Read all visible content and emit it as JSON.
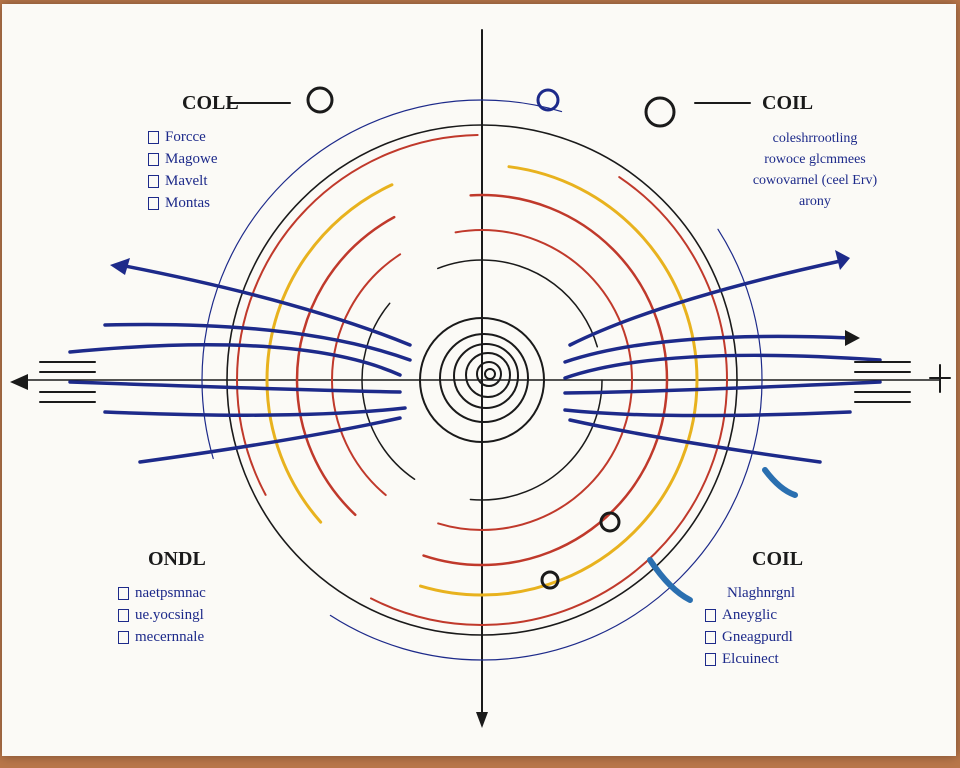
{
  "labels": {
    "top_left_title": "COLL",
    "top_right_title": "COIL",
    "bottom_left_title": "ONDL",
    "bottom_right_title": "COIL"
  },
  "top_left_list": [
    "Forcce",
    "Magowe",
    "Mavelt",
    "Montas"
  ],
  "top_right_notes": [
    "coleshrrootling",
    "rowoce glcmmees",
    "cowovarnel (ceel Erv)",
    "arony"
  ],
  "bottom_left_list": [
    "naetpsmnac",
    "ue.yocsingl",
    "mecernnale"
  ],
  "bottom_right_list": [
    "Nlaghnrgnl",
    "Aneyglic",
    "Gneagpurdl",
    "Elcuinect"
  ],
  "colors": {
    "blue": "#1d2a8a",
    "red": "#c0392b",
    "yellow": "#e8b21e",
    "black": "#1a1a1a",
    "paper": "#fbfaf6"
  }
}
